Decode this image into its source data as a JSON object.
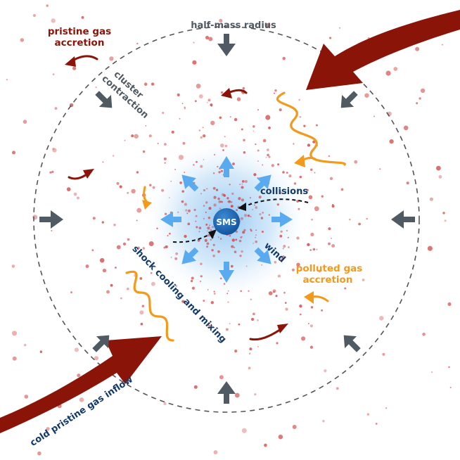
{
  "labels": {
    "half_mass_radius": "half-mass radius",
    "pristine_gas_accretion_1": "pristine gas",
    "pristine_gas_accretion_2": "accretion",
    "cluster_contraction_1": "cluster",
    "cluster_contraction_2": "contraction",
    "collisions": "collisions",
    "sms": "SMS",
    "wind": "wind",
    "polluted_gas_accretion_1": "polluted gas",
    "polluted_gas_accretion_2": "accretion",
    "shock_cooling_and_mixing": "shock cooling and mixing",
    "cold_pristine_gas_inflow": "cold pristine gas inflow"
  },
  "colors": {
    "dark_red": "#8b1409",
    "orange": "#f29a1c",
    "gray": "#505a63",
    "navy": "#123a6b",
    "sms_blue": "#1e68b8",
    "wind_blue": "#5aaaf0",
    "star_red": "#d24848"
  }
}
